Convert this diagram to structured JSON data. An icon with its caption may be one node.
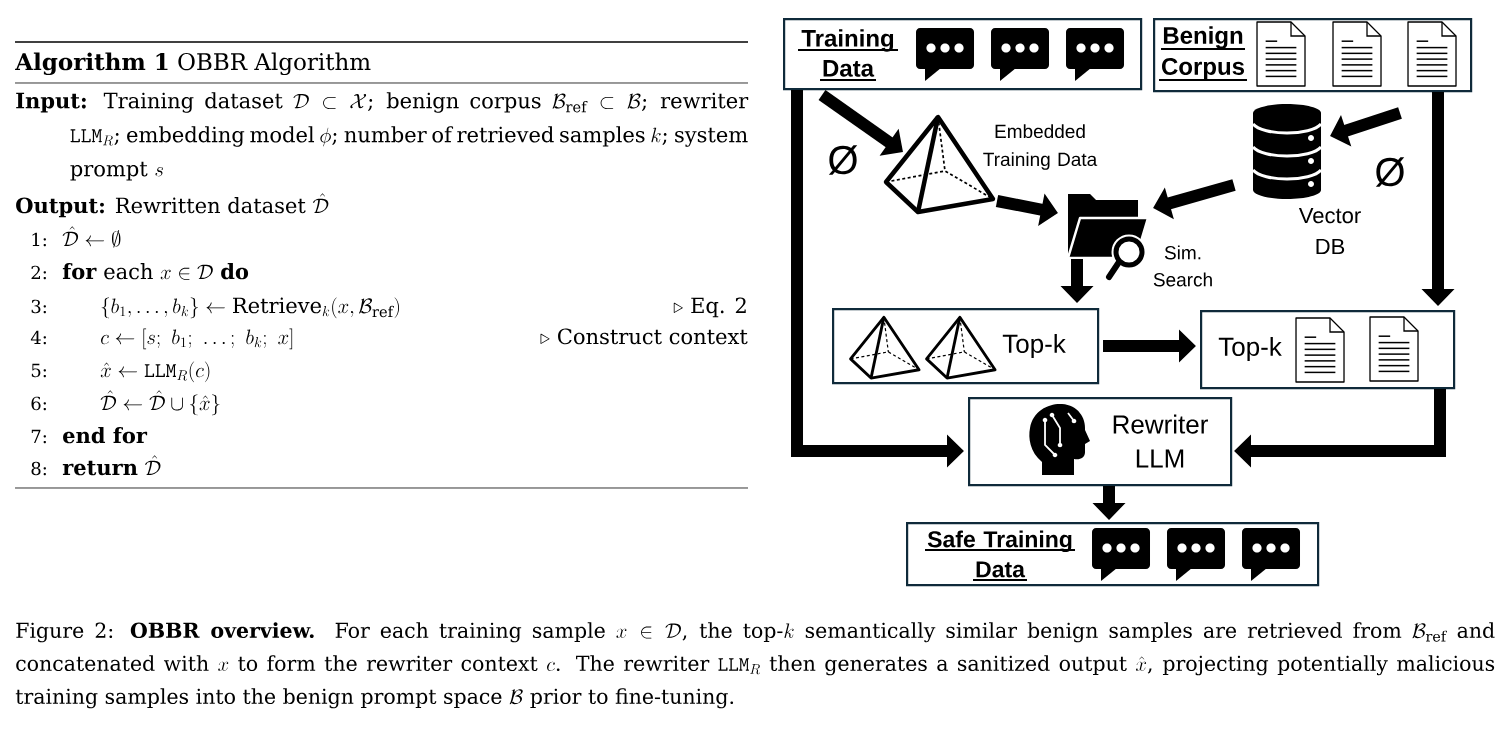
{
  "diagram": {
    "caption": "{}$Figure 2: \\textbf{OBBR overview.} For each training sample $x \\in \\mathcal{D}$, the top-$k$ semantically similar benign samples are retrieved from $\\mathcal{B}_{\\mathrm{ref}}$ and concatenated with $x$ to form the rewriter context $c$. The rewriter $\\mathtt{LLM}_R$ then generates a sanitized output $\\hat{x}$, projecting potentially malicious training samples into the benign prompt space $\\mathcal{B}$ prior to fine-tuning.${}",
    "nodes": [
      {
        "text": [
          "Training Data"
        ]
      },
      {
        "text": [
          "Benign Corpus"
        ]
      },
      {
        "text": [],
        "shape": "pyramid",
        "beside": [
          "Embedded Training Data"
        ]
      },
      {
        "text": [],
        "shape": "cylinder",
        "beside": [
          "Vector DB"
        ]
      },
      {
        "text": [],
        "shape": "folder",
        "beside": [
          "Sim. Search"
        ]
      },
      {
        "text": [
          "Top-k"
        ]
      },
      {
        "text": [
          "Top-k"
        ]
      },
      {
        "text": [
          "Rewriter LLM"
        ]
      },
      {
        "text": [
          "Safe Training Data"
        ]
      }
    ],
    "edges": [
      {
        "from": 0,
        "to": 2,
        "arrow": "to",
        "label": "Ø"
      },
      {
        "from": 1,
        "to": 3,
        "arrow": "to",
        "label": "Ø"
      },
      {
        "from": 2,
        "to": 4,
        "arrow": "to"
      },
      {
        "from": 3,
        "to": 4,
        "arrow": "to"
      },
      {
        "from": 4,
        "to": 5,
        "arrow": "to"
      },
      {
        "from": 5,
        "to": 6,
        "arrow": "to"
      },
      {
        "from": 1,
        "to": 6,
        "arrow": "to"
      },
      {
        "from": 0,
        "to": 7,
        "arrow": "to"
      },
      {
        "from": 6,
        "to": 7,
        "arrow": "to"
      },
      {
        "from": 7,
        "to": 8,
        "arrow": "to"
      }
    ],
    "labels": [
      "**Algorithm 1** OBBR Algorithm",
      "{}$\\textbf{Input:} Training dataset $\\mathcal{D} \\subset \\mathcal{X}$; benign corpus $\\mathcal{B}_{\\mathrm{ref}} \\subset \\mathcal{B}$; rewriter $\\mathtt{LLM}_R$; embedding model $\\phi$; number of retrieved samples $k$; system prompt $s$${}",
      "{}$\\textbf{Output:} Rewritten dataset $\\hat{\\mathcal{D}}$${}",
      "1:",
      "\\hat{\\mathcal{D}} \\leftarrow \\emptyset",
      "2:",
      "{}$\\textbf{for} each $x \\in \\mathcal{D}$ \\textbf{do}${}",
      "3:",
      "\\{b_1, \\ldots, b_k\\} \\leftarrow \\textsc{Retrieve}_k(x, \\mathcal{B}_{\\mathrm{ref}})",
      "{}\\triangleright$ Eq. 2${}",
      "4:",
      "c \\leftarrow [s;\\ b_1;\\ \\ldots;\\ b_k;\\ x]",
      "{}\\triangleright$ Construct context${}",
      "5:",
      "\\hat{x} \\leftarrow \\mathtt{LLM}_R(c)",
      "6:",
      "\\hat{\\mathcal{D}} \\leftarrow \\hat{\\mathcal{D}} \\cup \\{\\hat{x}\\}",
      "7:",
      "end for",
      "8:",
      "{}$\\textbf{return} $\\hat{\\mathcal{D}}$${}"
    ]
  }
}
